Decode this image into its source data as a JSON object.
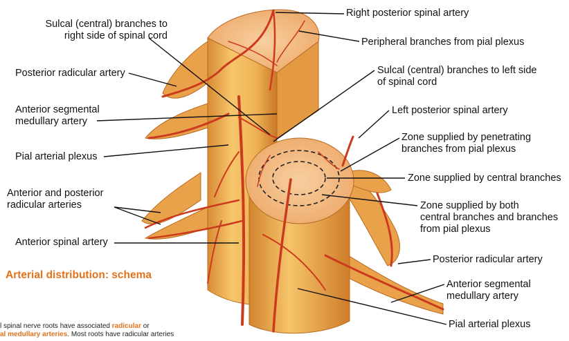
{
  "labels": {
    "right_posterior_spinal_artery": "Right posterior spinal artery",
    "sulcal_right_line1": "Sulcal (central) branches to",
    "sulcal_right_line2": "right side of spinal cord",
    "peripheral_branches": "Peripheral branches from pial plexus",
    "posterior_radicular_left": "Posterior radicular artery",
    "sulcal_left_line1": "Sulcal (central) branches to left side",
    "sulcal_left_line2": "of spinal cord",
    "anterior_segmental_left_line1": "Anterior segmental",
    "anterior_segmental_left_line2": "medullary artery",
    "left_posterior_spinal_artery": "Left posterior spinal artery",
    "zone_penetrating_line1": "Zone supplied by penetrating",
    "zone_penetrating_line2": "branches from pial plexus",
    "pial_plexus_left": "Pial arterial plexus",
    "zone_central": "Zone supplied by central branches",
    "ant_post_radicular_line1": "Anterior and posterior",
    "ant_post_radicular_line2": "radicular arteries",
    "zone_both_line1": "Zone supplied by both",
    "zone_both_line2": "central branches and branches",
    "zone_both_line3": "from pial plexus",
    "anterior_spinal_artery": "Anterior spinal artery",
    "posterior_radicular_right": "Posterior radicular artery",
    "anterior_segmental_right_line1": "Anterior segmental",
    "anterior_segmental_right_line2": "medullary artery",
    "pial_plexus_right": "Pial arterial plexus"
  },
  "section_title": "Arterial distribution: schema",
  "caption": {
    "line1_pre": "l spinal nerve roots have associated ",
    "line1_hl": "radicular",
    "line1_post": " or",
    "line2_hl": "al medullary arteries",
    "line2_post": ". Most roots have radicular arteries"
  },
  "colors": {
    "cord": "#f2b85a",
    "cord_shade": "#d98a30",
    "artery": "#cc3a1e",
    "title_accent": "#e2731c"
  }
}
